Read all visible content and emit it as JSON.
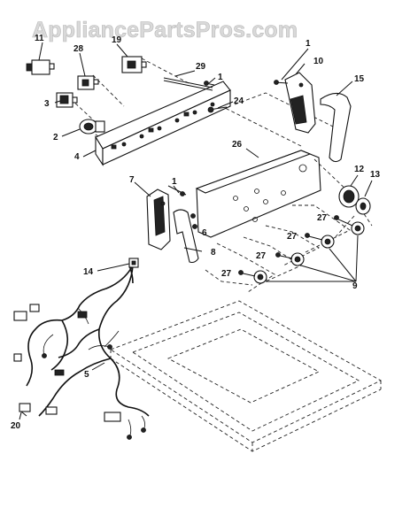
{
  "watermark": "AppliancePartsPros.com",
  "callouts": {
    "c1a": "1",
    "c10": "10",
    "c11": "11",
    "c28": "28",
    "c19": "19",
    "c29": "29",
    "c1b": "1",
    "c15": "15",
    "c3": "3",
    "c24": "24",
    "c2": "2",
    "c26": "26",
    "c4": "4",
    "c12": "12",
    "c13": "13",
    "c7": "7",
    "c1c": "1",
    "c27a": "27",
    "c6": "6",
    "c27b": "27",
    "c8": "8",
    "c27c": "27",
    "c27d": "27",
    "c9": "9",
    "c14": "14",
    "c5": "5",
    "c20": "20"
  }
}
